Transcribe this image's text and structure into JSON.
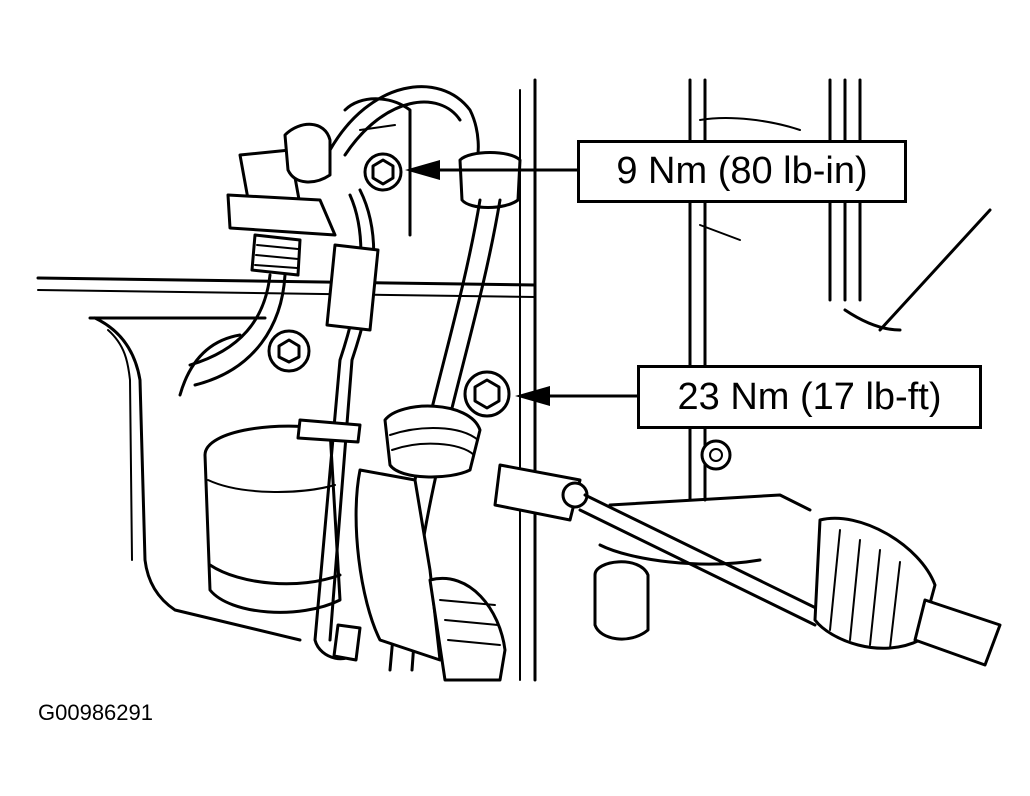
{
  "callouts": [
    {
      "label": "9 Nm (80 lb-in)"
    },
    {
      "label": "23 Nm (17 lb-ft)"
    }
  ],
  "figure_id": "G00986291",
  "colors": {
    "line": "#000000",
    "background": "#ffffff"
  }
}
